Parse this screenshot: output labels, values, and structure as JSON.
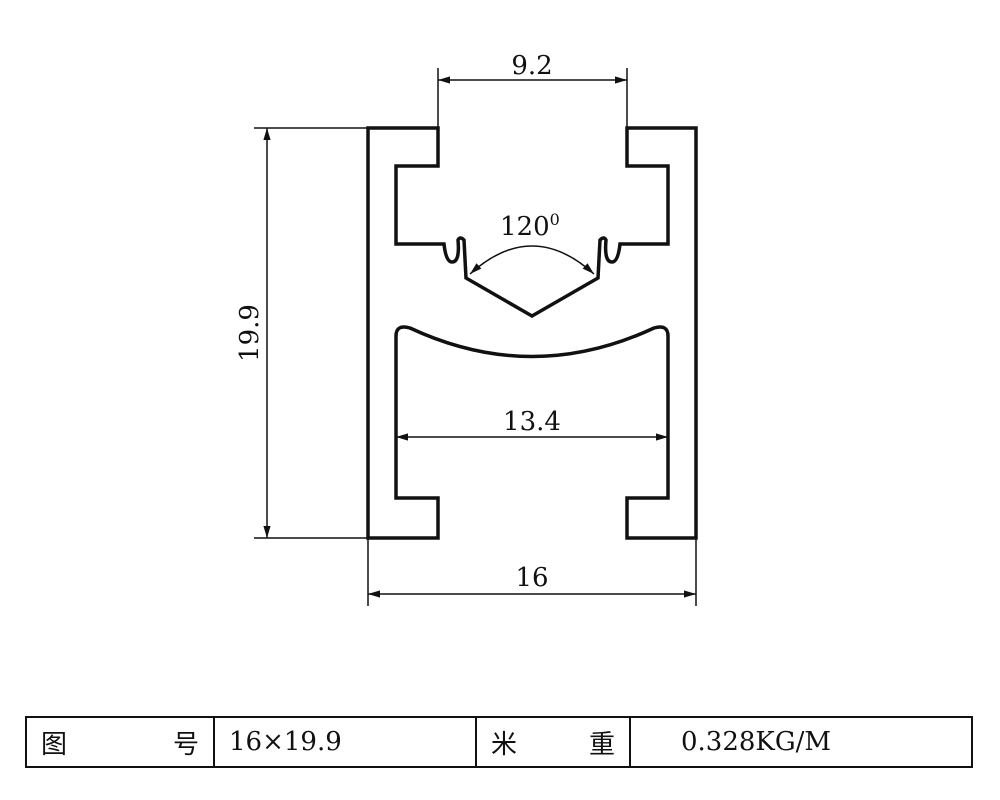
{
  "drawing": {
    "dimensions": {
      "slot_width": "9.2",
      "height": "19.9",
      "inner_width": "13.4",
      "width": "16",
      "angle": "120",
      "angle_unit": "0"
    }
  },
  "title_block": {
    "label1_a": "图",
    "label1_b": "号",
    "value1": "16×19.9",
    "label2_a": "米",
    "label2_b": "重",
    "value2": "0.328KG/M"
  }
}
